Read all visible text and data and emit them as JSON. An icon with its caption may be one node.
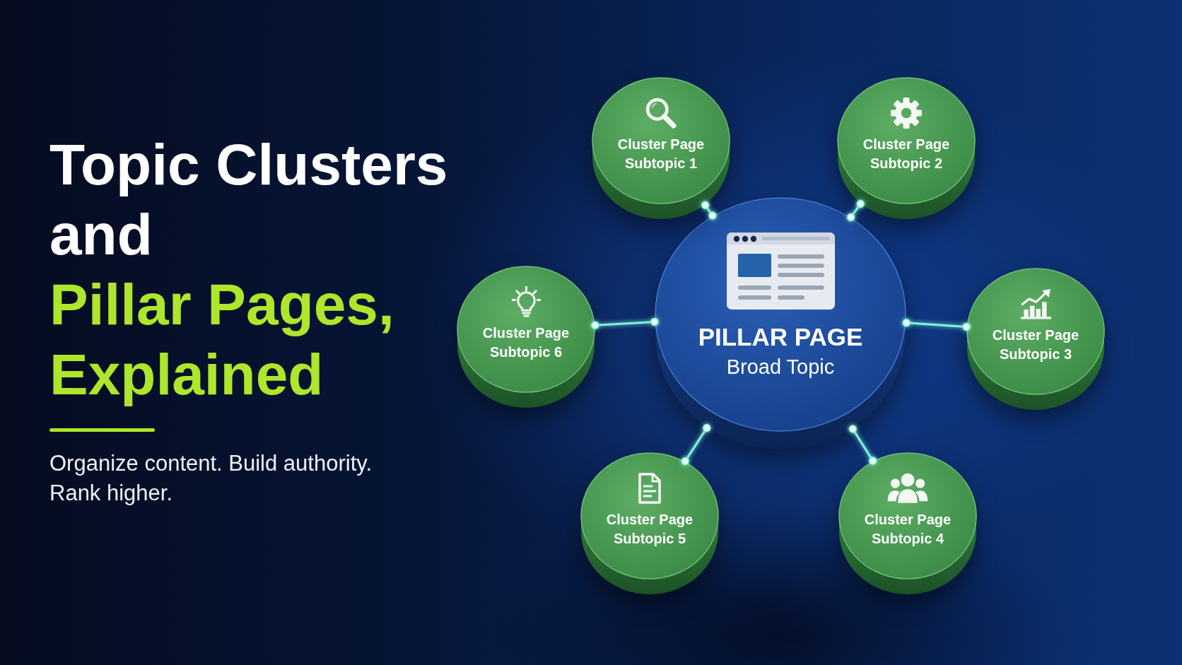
{
  "diagram": {
    "title": "Topic Clusters and **Pillar Pages, Explained**",
    "nodes": [
      {
        "text": [
          "PILLAR PAGE",
          "Broad Topic"
        ]
      },
      {
        "text": [
          "Cluster Page",
          "Subtopic 1"
        ]
      },
      {
        "text": [
          "Cluster Page",
          "Subtopic 2"
        ]
      },
      {
        "text": [
          "Cluster Page",
          "Subtopic 3"
        ]
      },
      {
        "text": [
          "Cluster Page",
          "Subtopic 4"
        ]
      },
      {
        "text": [
          "Cluster Page",
          "Subtopic 5"
        ]
      },
      {
        "text": [
          "Cluster Page",
          "Subtopic 6"
        ]
      }
    ],
    "edges": [
      {
        "from": 0,
        "to": 1,
        "arrow": "other"
      },
      {
        "from": 0,
        "to": 2,
        "arrow": "other"
      },
      {
        "from": 0,
        "to": 3,
        "arrow": "other"
      },
      {
        "from": 0,
        "to": 4,
        "arrow": "other"
      },
      {
        "from": 0,
        "to": 5,
        "arrow": "other"
      },
      {
        "from": 0,
        "to": 6,
        "arrow": "other"
      }
    ],
    "labels": [
      "Organize content. Build authority. Rank higher."
    ]
  }
}
